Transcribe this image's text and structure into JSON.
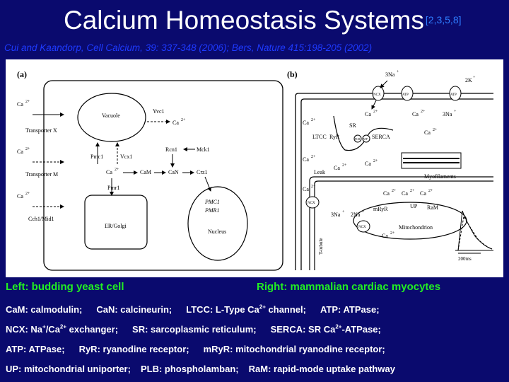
{
  "title": "Calcium Homeostasis Systems",
  "title_refs": "[2,3,5,8]",
  "citation": "Cui and Kaandorp, Cell Calcium, 39: 337-348 (2006); Bers, Nature 415:198-205 (2002)",
  "panel_a": {
    "label": "(a)",
    "ca": "Ca",
    "charge2": "2+",
    "transporter_x": "Transporter X",
    "transporter_m": "Transporter M",
    "cch1_mid1": "Cch1/Mid1",
    "vacuole": "Vacuole",
    "yvc1": "Yvc1",
    "pmc1": "Pmc1",
    "vcx1": "Vcx1",
    "rcn1": "Rcn1",
    "mck1": "Mck1",
    "cam": "CaM",
    "can": "CaN",
    "crz1": "Crz1",
    "pmr1": "Pmr1",
    "er_golgi": "ER/Golgi",
    "pmc1_italic": "PMC1",
    "pmr1_italic": "PMR1",
    "nucleus": "Nucleus"
  },
  "panel_b": {
    "label": "(b)",
    "na": "3Na",
    "k": "2K",
    "plus": "+",
    "ncx": "NCX",
    "atp": "ATP",
    "ca": "Ca",
    "charge2": "2+",
    "sr": "SR",
    "ltcc": "LTCC",
    "ryr": "RyR",
    "plb": "PLB",
    "serca": "SERCA",
    "leak": "Leak",
    "myofilaments": "Myofilaments",
    "ttubule": "T-tubule",
    "mryr": "mRyR",
    "up": "UP",
    "ram": "RaM",
    "na2": "2Na",
    "mitochondrion": "Mitochondrion",
    "time": "200ms"
  },
  "left_caption": "Left: budding yeast cell",
  "right_caption": "Right: mammalian cardiac myocytes",
  "glossary": {
    "cam": "CaM: calmodulin;",
    "can": "CaN: calcineurin;",
    "ltcc_a": "LTCC: L-Type Ca",
    "ltcc_sup": "2+",
    "ltcc_b": " channel;",
    "atp": "ATP: ATPase;",
    "ncx_a": "NCX: Na",
    "ncx_sup1": "+",
    "ncx_b": "/Ca",
    "ncx_sup2": "2+",
    "ncx_c": " exchanger;",
    "sr": "SR: sarcoplasmic reticulum;",
    "serca_a": "SERCA: SR Ca",
    "serca_sup": "2+",
    "serca_b": "-ATPase;",
    "atp2": "ATP: ATPase;",
    "ryr": "RyR: ryanodine receptor;",
    "mryr": "mRyR: mitochondrial ryanodine receptor;",
    "up": "UP: mitochondrial uniporter;",
    "plb": "PLB: phospholamban;",
    "ram": "RaM: rapid-mode uptake pathway"
  }
}
